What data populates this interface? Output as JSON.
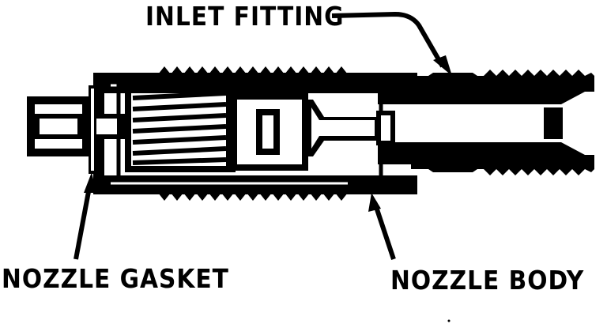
{
  "labels": {
    "inlet_fitting": "INLET FITTING",
    "nozzle_gasket": "NOZZLE GASKET",
    "nozzle_body": "NOZZLE BODY"
  },
  "colors": {
    "ink": "#000000",
    "paper": "#ffffff"
  }
}
